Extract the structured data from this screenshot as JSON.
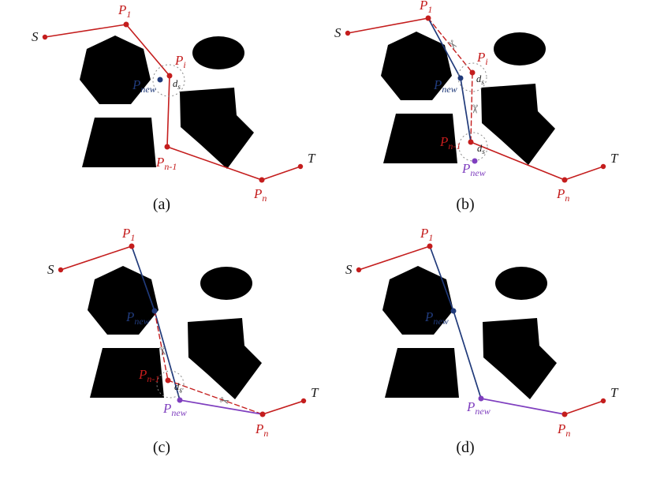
{
  "figure": {
    "captions": [
      "(a)",
      "(b)",
      "(c)",
      "(d)"
    ]
  },
  "labels": {
    "start": "S",
    "target": "T",
    "p1": {
      "base": "P",
      "sub": "1"
    },
    "pi": {
      "base": "P",
      "sub": "i"
    },
    "pn_minus_1": {
      "base": "P",
      "sub": "n-1"
    },
    "pn": {
      "base": "P",
      "sub": "n"
    },
    "p_new": {
      "base": "P",
      "sub": "new"
    },
    "d_s": {
      "base": "d",
      "sub": "s"
    }
  },
  "icons": {
    "scissors": "✂"
  },
  "colors": {
    "path_red": "#c41d1d",
    "new_blue": "#203a7a",
    "new_purple": "#7f3fbf",
    "obstacle": "#000000",
    "guide": "#8a8a8a",
    "scissors": "#707070",
    "text_black": "#1a1a1a"
  }
}
